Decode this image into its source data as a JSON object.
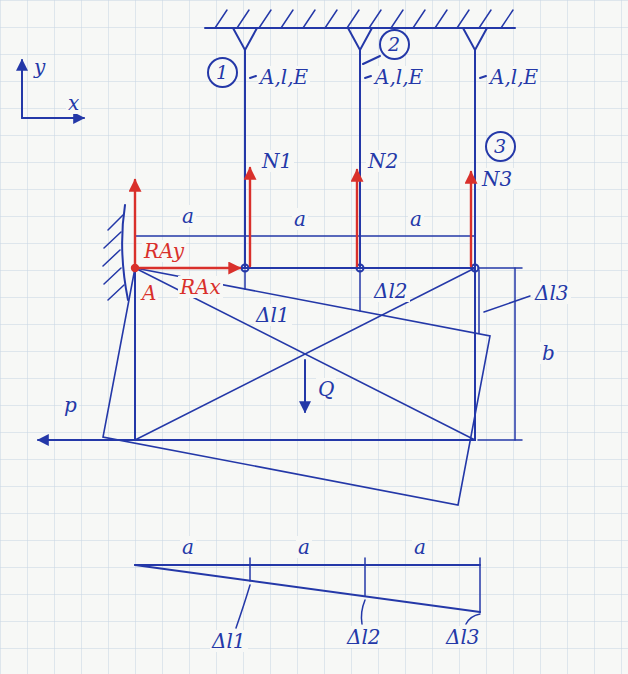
{
  "diagram": {
    "nodes": [
      {
        "text": [
          "1"
        ]
      },
      {
        "text": [
          "2"
        ]
      },
      {
        "text": [
          "3"
        ]
      }
    ],
    "labels": [
      "y",
      "x",
      "A,l,E",
      "A,l,E",
      "A,l,E",
      "N1",
      "N2",
      "N3",
      "a",
      "a",
      "a",
      "RAy",
      "A",
      "RAx",
      "Δl1",
      "Δl2",
      "Δl3",
      "b",
      "Q",
      "p",
      "a",
      "a",
      "a",
      "Δl1",
      "Δl2",
      "Δl3"
    ]
  }
}
